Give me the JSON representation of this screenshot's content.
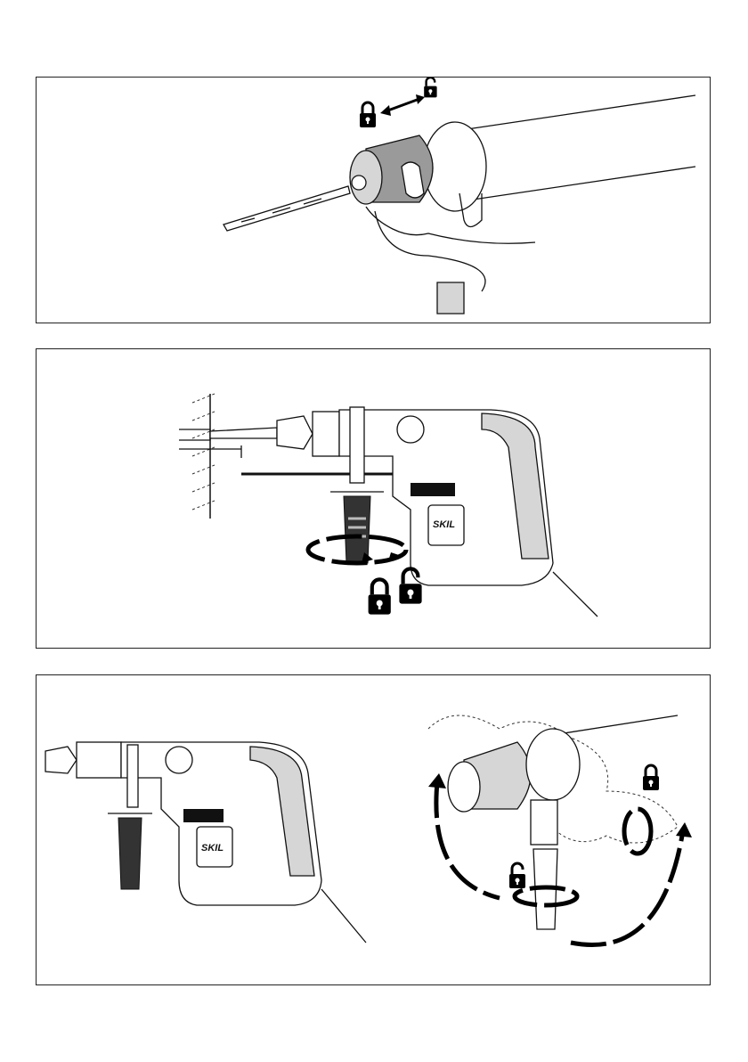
{
  "figures": [
    {
      "id": "fig-chuck-bit-insert",
      "icons": [
        "lock-icon",
        "double-arrow-icon",
        "unlock-icon"
      ]
    },
    {
      "id": "fig-depth-stop-handle",
      "icons": [
        "lock-icon",
        "unlock-icon",
        "rotate-arrow-icon"
      ],
      "brand_logo": "SKIL"
    },
    {
      "id": "fig-handle-positioning",
      "icons": [
        "lock-icon",
        "unlock-icon",
        "rotate-arrow-icon"
      ],
      "brand_logo": "SKIL"
    }
  ]
}
